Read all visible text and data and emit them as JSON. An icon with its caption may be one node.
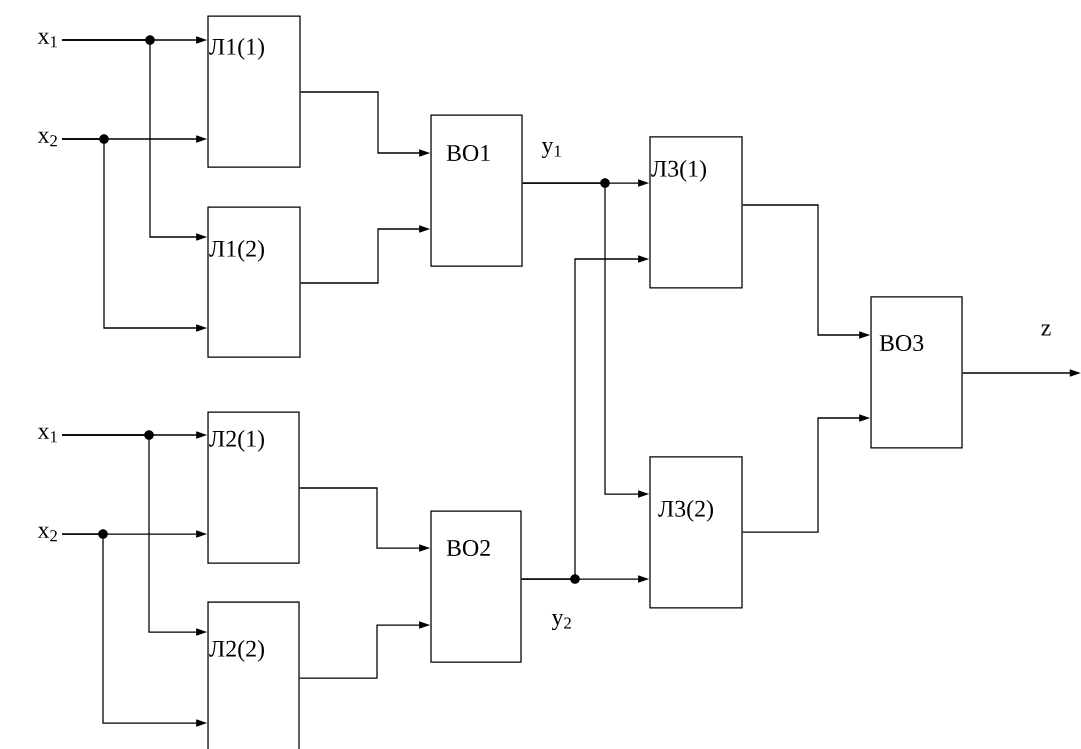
{
  "diagram": {
    "nodes": [
      {
        "text": [
          "x$_{1}$"
        ]
      },
      {
        "text": [
          "x$_{2}$"
        ]
      },
      {
        "text": [
          "Л1(1)"
        ]
      },
      {
        "text": [
          "Л1(2)"
        ]
      },
      {
        "text": [
          "ВО1"
        ],
        "beside": [
          "y$_{1}$"
        ]
      },
      {
        "text": [
          "x$_{1}$"
        ]
      },
      {
        "text": [
          "x$_{2}$"
        ]
      },
      {
        "text": [
          "Л2(1)"
        ]
      },
      {
        "text": [
          "Л2(2)"
        ]
      },
      {
        "text": [
          "ВО2"
        ],
        "beside": [
          "y$_{2}$"
        ]
      },
      {
        "text": [
          "Л3(1)"
        ]
      },
      {
        "text": [
          "Л3(2)"
        ]
      },
      {
        "text": [
          "ВО3"
        ]
      }
    ],
    "edges": [
      {
        "from": 0,
        "to": 2,
        "arrow": "to"
      },
      {
        "from": 0,
        "to": 3,
        "arrow": "to"
      },
      {
        "from": 1,
        "to": 2,
        "arrow": "to"
      },
      {
        "from": 1,
        "to": 3,
        "arrow": "to"
      },
      {
        "from": 2,
        "to": 4,
        "arrow": "to"
      },
      {
        "from": 3,
        "to": 4,
        "arrow": "to"
      },
      {
        "from": 5,
        "to": 7,
        "arrow": "to"
      },
      {
        "from": 5,
        "to": 8,
        "arrow": "to"
      },
      {
        "from": 6,
        "to": 7,
        "arrow": "to"
      },
      {
        "from": 6,
        "to": 8,
        "arrow": "to"
      },
      {
        "from": 7,
        "to": 9,
        "arrow": "to"
      },
      {
        "from": 8,
        "to": 9,
        "arrow": "to"
      },
      {
        "from": 4,
        "to": 10,
        "arrow": "to"
      },
      {
        "from": 4,
        "to": 11,
        "arrow": "to"
      },
      {
        "from": 9,
        "to": 11,
        "arrow": "to"
      },
      {
        "from": 9,
        "to": 10,
        "arrow": "to"
      },
      {
        "from": 10,
        "to": 12,
        "arrow": "to"
      },
      {
        "from": 11,
        "to": 12,
        "arrow": "to"
      },
      {
        "from": 12,
        "to": null,
        "arrow": "to",
        "label": "z"
      }
    ]
  }
}
